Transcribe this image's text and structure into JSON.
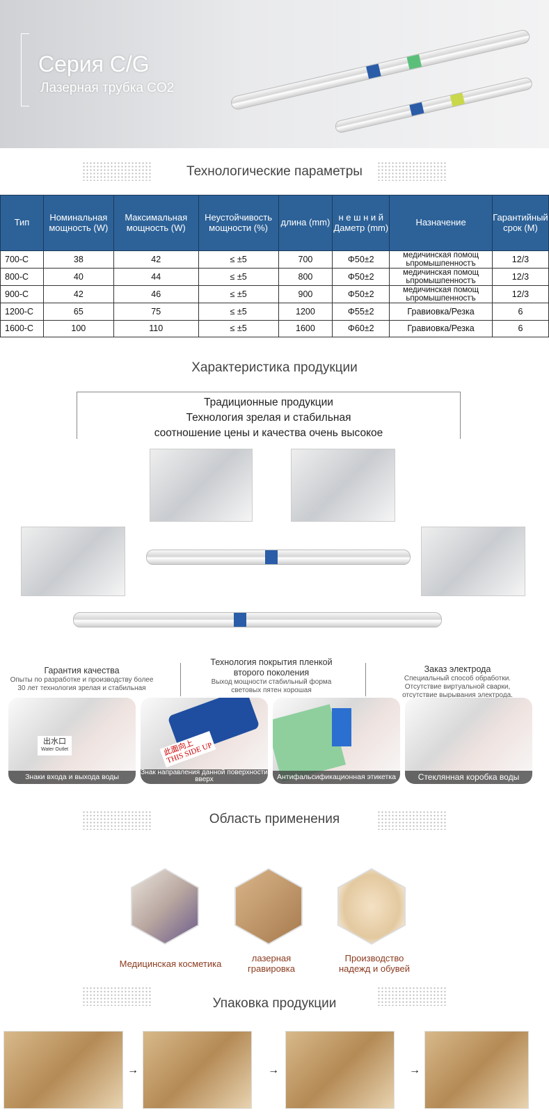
{
  "hero": {
    "title": "Серия C/G",
    "subtitle": "Лазерная трубка CO2"
  },
  "sections": {
    "params": "Технологические параметры",
    "features": "Характеристика продукции",
    "applications": "Область применения",
    "packaging": "Упаковка продукции"
  },
  "table": {
    "headers": [
      "Тип",
      "Номинальная мощность (W)",
      "Максимальная мощность (W)",
      "Неустойчивость мощности (%)",
      "длина (mm)",
      "н е ш н и й Даметр (mm)",
      "Назначение",
      "Гарантийный срок (M)"
    ],
    "rows": [
      [
        "700-C",
        "38",
        "42",
        "≤ ±5",
        "700",
        "Φ50±2",
        "медичинская помощ ьпромышпенностъ",
        "12/3"
      ],
      [
        "800-C",
        "40",
        "44",
        "≤ ±5",
        "800",
        "Φ50±2",
        "медичинская помощ ьпромышпенностъ",
        "12/3"
      ],
      [
        "900-C",
        "42",
        "46",
        "≤ ±5",
        "900",
        "Φ50±2",
        "медичинская помощ ьпромышпенностъ",
        "12/3"
      ],
      [
        "1200-C",
        "65",
        "75",
        "≤ ±5",
        "1200",
        "Φ55±2",
        "Гравиовка/Резка",
        "6"
      ],
      [
        "1600-C",
        "100",
        "110",
        "≤ ±5",
        "1600",
        "Φ60±2",
        "Гравиовка/Резка",
        "6"
      ]
    ]
  },
  "features_box": [
    "Традиционные продукции",
    "Технология зрелая и стабильная",
    "соотношение цены и качества очень высокое"
  ],
  "feature_captions": [
    {
      "title": "Гарантия качества",
      "text": "Опыты по разработке и производству более 30 лет технология зрелая и стабильная"
    },
    {
      "title": "Технология покрытия пленкой второго поколения",
      "text": "Выход мощности стабильный форма световых пятен хорошая"
    },
    {
      "title": "Заказ электрода",
      "text": "Специальный способ обработки. Отсутствие виртуальной сварки, отсутствие вырывания электрода."
    }
  ],
  "detail_photos": [
    "Знаки входа и выхода воды",
    "Знак направления данной поверхности вверх",
    "Антифальсификационная этикетка",
    "Стеклянная коробка воды"
  ],
  "photo_labels": {
    "water_outlet_cn": "出水口",
    "water_outlet_en": "Water Outlet",
    "this_side_up_cn": "此面向上",
    "this_side_up_en": "THIS SIDE UP"
  },
  "applications": [
    "Медицинская косметика",
    "лазерная гравировка",
    "Производство надежд и обувей"
  ],
  "packaging_arrow": "→",
  "colors": {
    "table_header": "#2d6298",
    "app_caption": "#8b3a1e"
  }
}
